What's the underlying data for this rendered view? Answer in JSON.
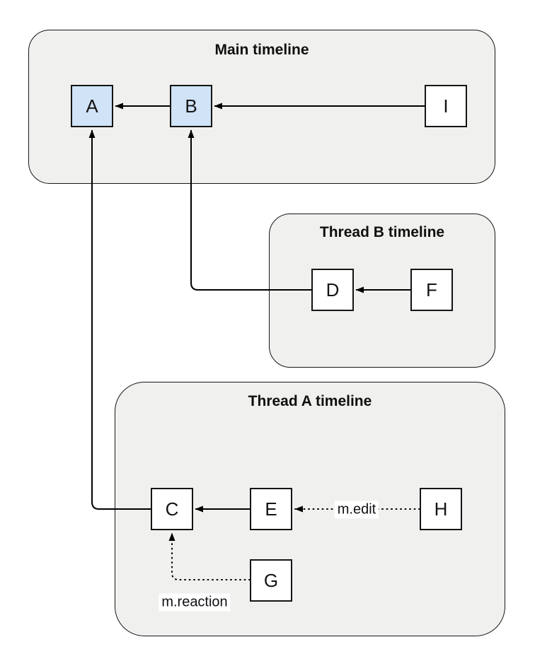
{
  "diagram": {
    "type": "event-graph",
    "colors": {
      "container_fill": "#f0f0ee",
      "container_stroke": "#171717",
      "node_fill": "#ffffff",
      "node_highlight_fill": "#d0e3f7",
      "node_stroke": "#141414",
      "edge_color": "#000000",
      "edge_label_bg": "#ffffff"
    },
    "containers": [
      {
        "id": "main",
        "title": "Main timeline"
      },
      {
        "id": "thread_b",
        "title": "Thread B timeline"
      },
      {
        "id": "thread_a",
        "title": "Thread A timeline"
      }
    ],
    "nodes": {
      "A": {
        "label": "A",
        "container": "main",
        "highlighted": true
      },
      "B": {
        "label": "B",
        "container": "main",
        "highlighted": true
      },
      "I": {
        "label": "I",
        "container": "main",
        "highlighted": false
      },
      "D": {
        "label": "D",
        "container": "thread_b",
        "highlighted": false
      },
      "F": {
        "label": "F",
        "container": "thread_b",
        "highlighted": false
      },
      "C": {
        "label": "C",
        "container": "thread_a",
        "highlighted": false
      },
      "E": {
        "label": "E",
        "container": "thread_a",
        "highlighted": false
      },
      "H": {
        "label": "H",
        "container": "thread_a",
        "highlighted": false
      },
      "G": {
        "label": "G",
        "container": "thread_a",
        "highlighted": false
      }
    },
    "edges": [
      {
        "from": "B",
        "to": "A",
        "style": "solid",
        "label": ""
      },
      {
        "from": "I",
        "to": "B",
        "style": "solid",
        "label": ""
      },
      {
        "from": "D",
        "to": "B",
        "style": "solid",
        "label": ""
      },
      {
        "from": "F",
        "to": "D",
        "style": "solid",
        "label": ""
      },
      {
        "from": "C",
        "to": "A",
        "style": "solid",
        "label": ""
      },
      {
        "from": "E",
        "to": "C",
        "style": "solid",
        "label": ""
      },
      {
        "from": "H",
        "to": "E",
        "style": "dotted",
        "label": "m.edit"
      },
      {
        "from": "G",
        "to": "C",
        "style": "dotted",
        "label": "m.reaction"
      }
    ]
  }
}
